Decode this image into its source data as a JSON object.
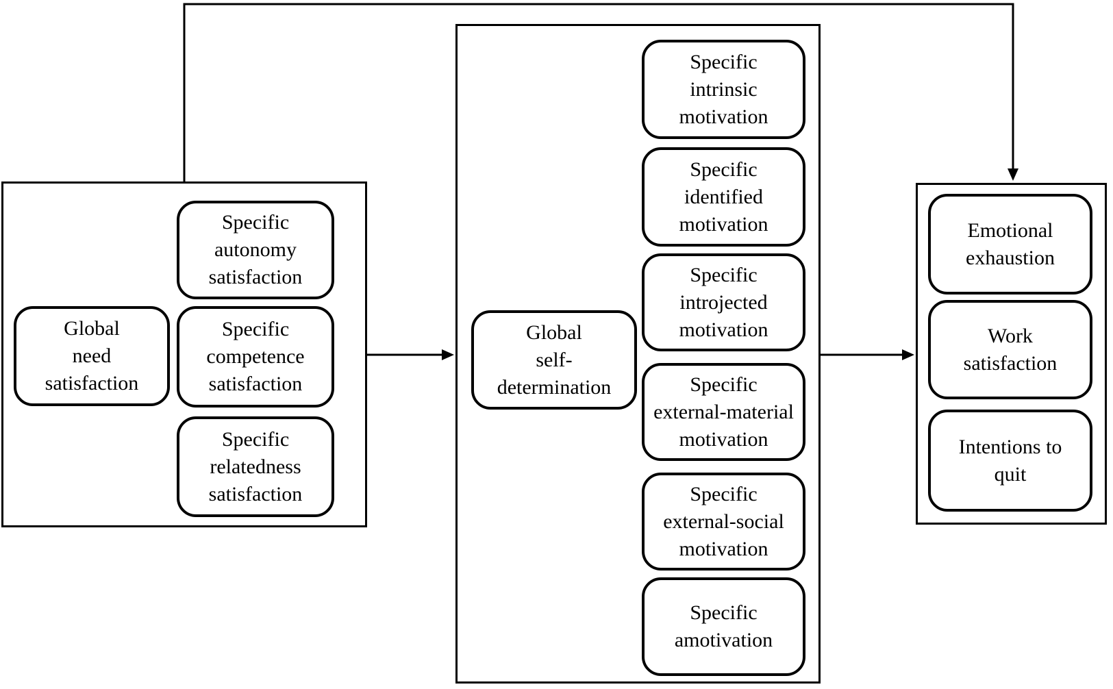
{
  "diagram": {
    "colors": {
      "background": "#ffffff",
      "stroke": "#000000"
    },
    "panels": {
      "needs": {
        "global_box": {
          "label": "Global\nneed\nsatisfaction"
        },
        "specific_boxes": [
          {
            "label": "Specific\nautonomy\nsatisfaction"
          },
          {
            "label": "Specific\ncompetence\nsatisfaction"
          },
          {
            "label": "Specific\nrelatedness\nsatisfaction"
          }
        ]
      },
      "motivation": {
        "global_box": {
          "label": "Global\nself-\ndetermination"
        },
        "specific_boxes": [
          {
            "label": "Specific\nintrinsic\nmotivation"
          },
          {
            "label": "Specific\nidentified\nmotivation"
          },
          {
            "label": "Specific\nintrojected\nmotivation"
          },
          {
            "label": "Specific\nexternal-material\nmotivation"
          },
          {
            "label": "Specific\nexternal-social\nmotivation"
          },
          {
            "label": "Specific\namotivation"
          }
        ]
      },
      "outcomes": {
        "boxes": [
          {
            "label": "Emotional\nexhaustion"
          },
          {
            "label": "Work\nsatisfaction"
          },
          {
            "label": "Intentions to\nquit"
          }
        ]
      }
    }
  }
}
